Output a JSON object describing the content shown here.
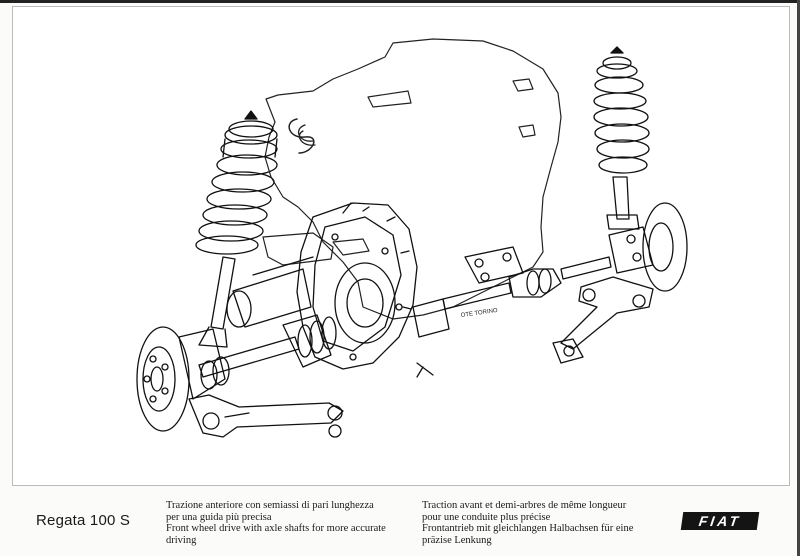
{
  "caption": {
    "model": "Regata 100 S",
    "italian": [
      "Trazione anteriore con semiassi di pari lunghezza",
      "per una guida più precisa"
    ],
    "english": [
      "Front wheel drive with axle shafts for more accurate",
      "driving"
    ],
    "french": [
      "Traction avant et demi-arbres de même longueur",
      "pour une conduite plus précise"
    ],
    "german": [
      "Frontantrieb mit gleichlangen Halbachsen für eine",
      "präzise Lenkung"
    ]
  },
  "drawing": {
    "label": "OTE TORINO"
  },
  "brand": "FIAT",
  "colors": {
    "ink": "#1a1a1a",
    "paper": "#ffffff"
  }
}
